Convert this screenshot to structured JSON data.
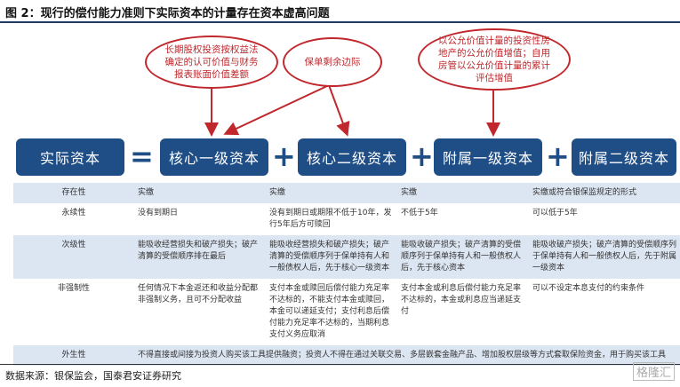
{
  "title": "图 2：现行的偿付能力准则下实际资本的计量存在资本虚高问题",
  "callouts": [
    "长期股权投资按权益法确定的认可价值与财务报表账面价值差额",
    "保单剩余边际",
    "以公允价值计量的投资性房地产的公允价值增值；自用房管以公允价值计量的累计评估增值"
  ],
  "equation": {
    "lhs": "实际资本",
    "eq": "=",
    "plus": "+",
    "terms": [
      "核心一级资本",
      "核心二级资本",
      "附属一级资本",
      "附属二级资本"
    ]
  },
  "table": {
    "rows": [
      {
        "label": "存在性",
        "cells": [
          "实缴",
          "实缴",
          "实缴",
          "实缴或符合银保监规定的形式"
        ]
      },
      {
        "label": "永续性",
        "cells": [
          "没有到期日",
          "没有到期日或期限不低于10年，发行5年后方可赎回",
          "不低于5年",
          "可以低于5年"
        ]
      },
      {
        "label": "次级性",
        "cells": [
          "能吸收经营损失和破产损失；破产清算的受偿顺序排在最后",
          "能吸收经营损失和破产损失；破产清算的受偿顺序列于保单持有人和一般债权人后，先于核心一级资本",
          "能吸收破产损失；破产清算的受偿顺序列于保单持有人和一般债权人后，先于核心资本",
          "能吸收破产损失；破产清算的受偿顺序列于保单持有人和一般债权人后，先于附属一级资本"
        ]
      },
      {
        "label": "非强制性",
        "cells": [
          "任何情况下本金返还和收益分配都非强制义务，且可不分配收益",
          "支付本金或赎回后偿付能力充足率不达标的，不能支付本金或赎回，本金可以递延支付；支付利息后偿付能力充足率不达标的，当期利息支付义务应取消",
          "支付本金或利息后偿付能力充足率不达标的，本金或利息应当递延支付",
          "可以不设定本息支付的约束条件"
        ]
      },
      {
        "label": "外生性",
        "span": "不得直接或间接为投资人购买该工具提供融资；投资人不得在通过关联交易、多层嵌套金融产品、增加股权层级等方式套取保险资金，用于购买该工具"
      }
    ]
  },
  "source": "数据来源：银保监会，国泰君安证券研究",
  "watermark": "格隆汇",
  "colors": {
    "box": "#1f4e86",
    "callout": "#c0282d",
    "row": "#dce6f2"
  }
}
